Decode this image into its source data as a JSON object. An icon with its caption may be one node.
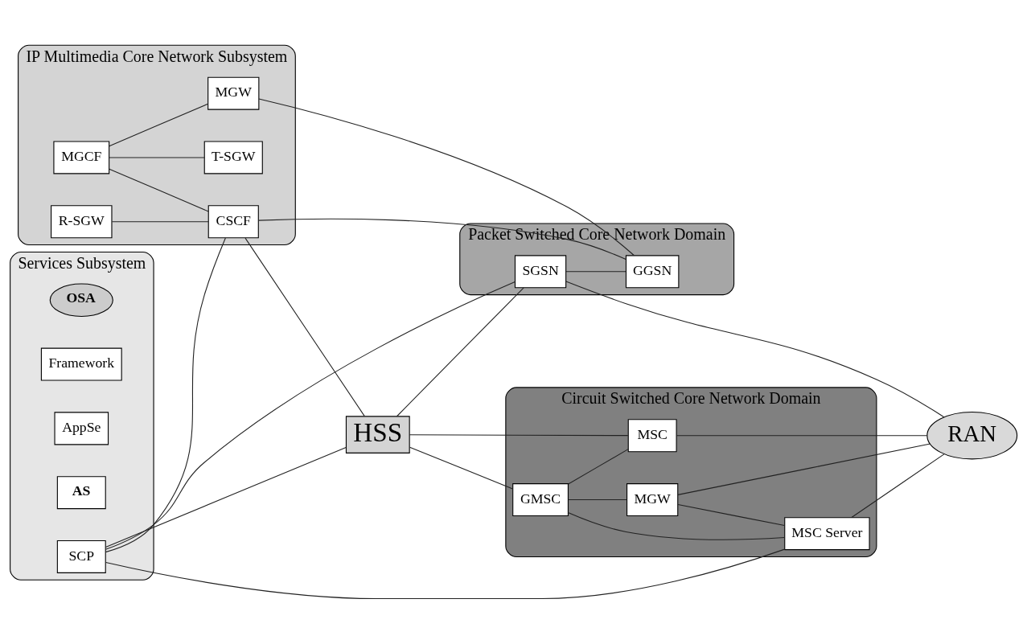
{
  "diagram": {
    "nodes": [
      {
        "text": [
          "Services Subsystem"
        ]
      },
      {
        "text": [
          "OSA"
        ],
        "in": 0
      },
      {
        "text": [
          "Framework"
        ],
        "in": 0
      },
      {
        "text": [
          "AppSe"
        ],
        "in": 0
      },
      {
        "text": [
          "AS"
        ],
        "in": 0
      },
      {
        "text": [
          "SCP"
        ],
        "in": 0
      },
      {
        "text": [
          "IP Multimedia Core Network Subsystem"
        ]
      },
      {
        "text": [
          "R-SGW"
        ],
        "in": 6
      },
      {
        "text": [
          "MGCF"
        ],
        "in": 6
      },
      {
        "text": [
          "T-SGW"
        ],
        "in": 6
      },
      {
        "text": [
          "CSCF"
        ],
        "in": 6
      },
      {
        "text": [
          "MGW"
        ],
        "in": 6
      },
      {
        "text": [
          "HSS"
        ]
      },
      {
        "text": [
          "Circuit Switched Core Network Domain"
        ]
      },
      {
        "text": [
          "GMSC"
        ],
        "in": 13
      },
      {
        "text": [
          "MSC"
        ],
        "in": 13
      },
      {
        "text": [
          "MGW"
        ],
        "in": 13
      },
      {
        "text": [
          "MSC Server"
        ],
        "in": 13
      },
      {
        "text": [
          "Packet Switched Core Network Domain"
        ]
      },
      {
        "text": [
          "GGSN"
        ],
        "in": 18
      },
      {
        "text": [
          "SGSN"
        ],
        "in": 18
      },
      {
        "text": [
          "RAN"
        ]
      }
    ],
    "edges": [
      {
        "from": 5,
        "to": 10,
        "arrow": "none"
      },
      {
        "from": 5,
        "to": 12,
        "arrow": "none"
      },
      {
        "from": 5,
        "to": 20,
        "arrow": "none"
      },
      {
        "from": 5,
        "to": 17,
        "arrow": "none"
      },
      {
        "from": 7,
        "to": 10,
        "arrow": "none"
      },
      {
        "from": 8,
        "to": 10,
        "arrow": "none"
      },
      {
        "from": 8,
        "to": 9,
        "arrow": "none"
      },
      {
        "from": 8,
        "to": 11,
        "arrow": "none"
      },
      {
        "from": 10,
        "to": 12,
        "arrow": "none"
      },
      {
        "from": 10,
        "to": 19,
        "arrow": "none"
      },
      {
        "from": 11,
        "to": 19,
        "arrow": "none"
      },
      {
        "from": 12,
        "to": 14,
        "arrow": "none"
      },
      {
        "from": 12,
        "to": 15,
        "arrow": "none"
      },
      {
        "from": 12,
        "to": 20,
        "arrow": "none"
      },
      {
        "from": 14,
        "to": 15,
        "arrow": "none"
      },
      {
        "from": 14,
        "to": 16,
        "arrow": "none"
      },
      {
        "from": 14,
        "to": 17,
        "arrow": "none"
      },
      {
        "from": 16,
        "to": 17,
        "arrow": "none"
      },
      {
        "from": 16,
        "to": 21,
        "arrow": "none"
      },
      {
        "from": 17,
        "to": 21,
        "arrow": "none"
      },
      {
        "from": 15,
        "to": 21,
        "arrow": "none"
      },
      {
        "from": 20,
        "to": 21,
        "arrow": "none"
      },
      {
        "from": 20,
        "to": 19,
        "arrow": "none"
      }
    ]
  }
}
